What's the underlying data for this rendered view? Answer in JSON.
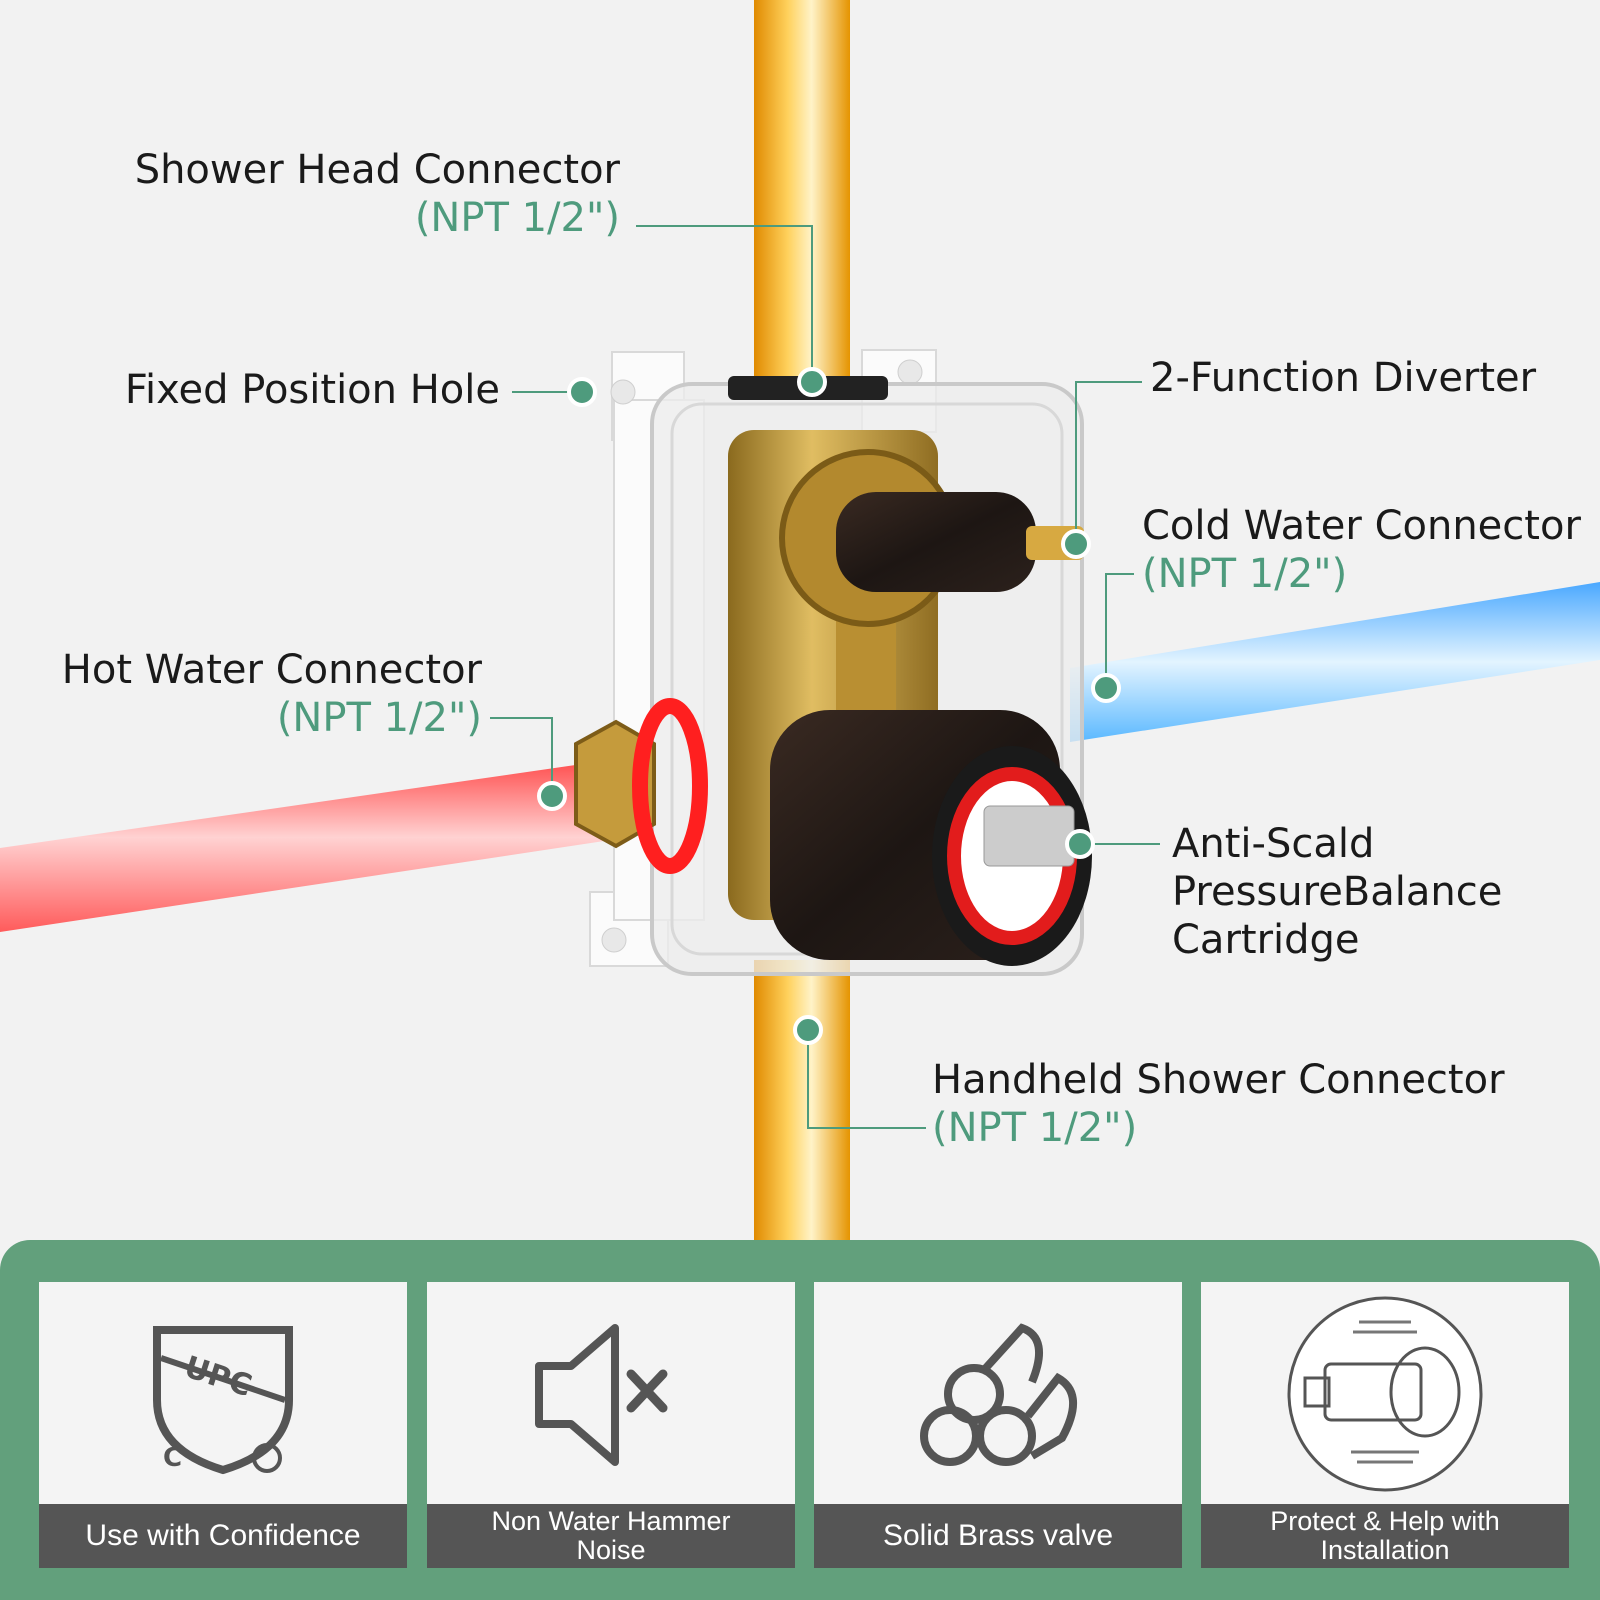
{
  "colors": {
    "background": "#f2f2f2",
    "accent_green": "#62a07c",
    "callout_text": "#4e9b7d",
    "hot_pipe": "#ff5a5a",
    "cold_pipe": "#6cc3ff",
    "outlet_pipe": "#f2a51d",
    "caption_bar": "#555555"
  },
  "labels": {
    "shower_head": {
      "title": "Shower Head Connector",
      "spec": "(NPT 1/2\")"
    },
    "fixed_hole": {
      "title": "Fixed Position Hole"
    },
    "diverter": {
      "title": "2-Function Diverter"
    },
    "cold_water": {
      "title": "Cold Water Connector",
      "spec": "(NPT 1/2\")"
    },
    "hot_water": {
      "title": "Hot Water Connector",
      "spec": "(NPT 1/2\")"
    },
    "cartridge": {
      "line1": "Anti-Scald",
      "line2": "PressureBalance",
      "line3": "Cartridge"
    },
    "handheld": {
      "title": "Handheld Shower Connector",
      "spec": "(NPT 1/2\")"
    }
  },
  "features": [
    {
      "icon": "upc-shield-icon",
      "mark": "UPC",
      "caption": "Use with Confidence"
    },
    {
      "icon": "muted-speaker-icon",
      "caption_line1": "Non Water Hammer",
      "caption_line2": "Noise"
    },
    {
      "icon": "brass-rods-icon",
      "caption": "Solid Brass valve"
    },
    {
      "icon": "installation-guard-icon",
      "caption_line1": "Protect & Help with",
      "caption_line2": "Installation"
    }
  ]
}
